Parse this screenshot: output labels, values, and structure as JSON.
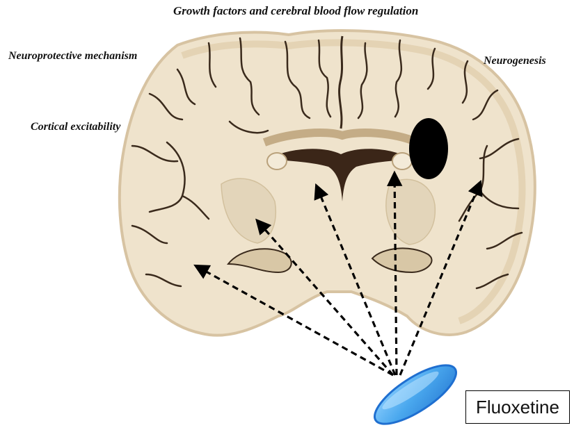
{
  "labels": {
    "growth": "Growth factors and cerebral blood flow regulation",
    "neuroprotective": "Neuroprotective mechanism",
    "neurogenesis": "Neurogenesis",
    "cortical": "Cortical excitability"
  },
  "drug": {
    "name": "Fluoxetine"
  },
  "colors": {
    "brain_fill": "#efe3cc",
    "brain_edge": "#d7c3a2",
    "sulci": "#3a2a1c",
    "ventricle": "#3b2618",
    "pill": "#4aa8ee",
    "pill_edge": "#1f6fd0",
    "arrows": "#000000"
  }
}
